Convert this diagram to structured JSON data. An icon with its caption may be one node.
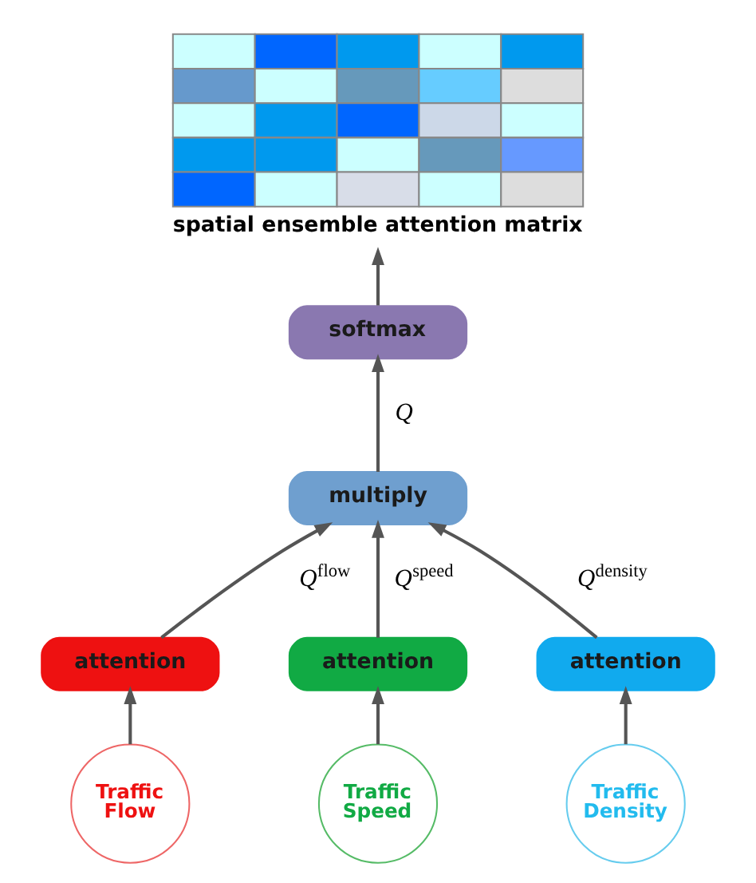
{
  "diagram": {
    "nodes": [
      {
        "text": [
          "spatial ensemble attention matrix"
        ]
      },
      {
        "text": [
          "softmax"
        ]
      },
      {
        "text": [
          "multiply"
        ]
      },
      {
        "text": [
          "attention"
        ]
      },
      {
        "text": [
          "attention"
        ]
      },
      {
        "text": [
          "attention"
        ]
      },
      {
        "text": [
          "Traffic Flow"
        ]
      },
      {
        "text": [
          "Traffic Speed"
        ]
      },
      {
        "text": [
          "Traffic Density"
        ]
      }
    ],
    "edges": [
      {
        "from": 1,
        "to": 0,
        "arrow": "to"
      },
      {
        "from": 2,
        "to": 1,
        "arrow": "to",
        "label": "Q"
      },
      {
        "from": 3,
        "to": 2,
        "arrow": "to",
        "label": "Q$^{flow}$"
      },
      {
        "from": 4,
        "to": 2,
        "arrow": "to",
        "label": "Q$^{speed}$"
      },
      {
        "from": 5,
        "to": 2,
        "arrow": "to",
        "label": "Q$^{density}$"
      },
      {
        "from": 6,
        "to": 3,
        "arrow": "to"
      },
      {
        "from": 7,
        "to": 4,
        "arrow": "to"
      },
      {
        "from": 8,
        "to": 5,
        "arrow": "to"
      }
    ]
  }
}
